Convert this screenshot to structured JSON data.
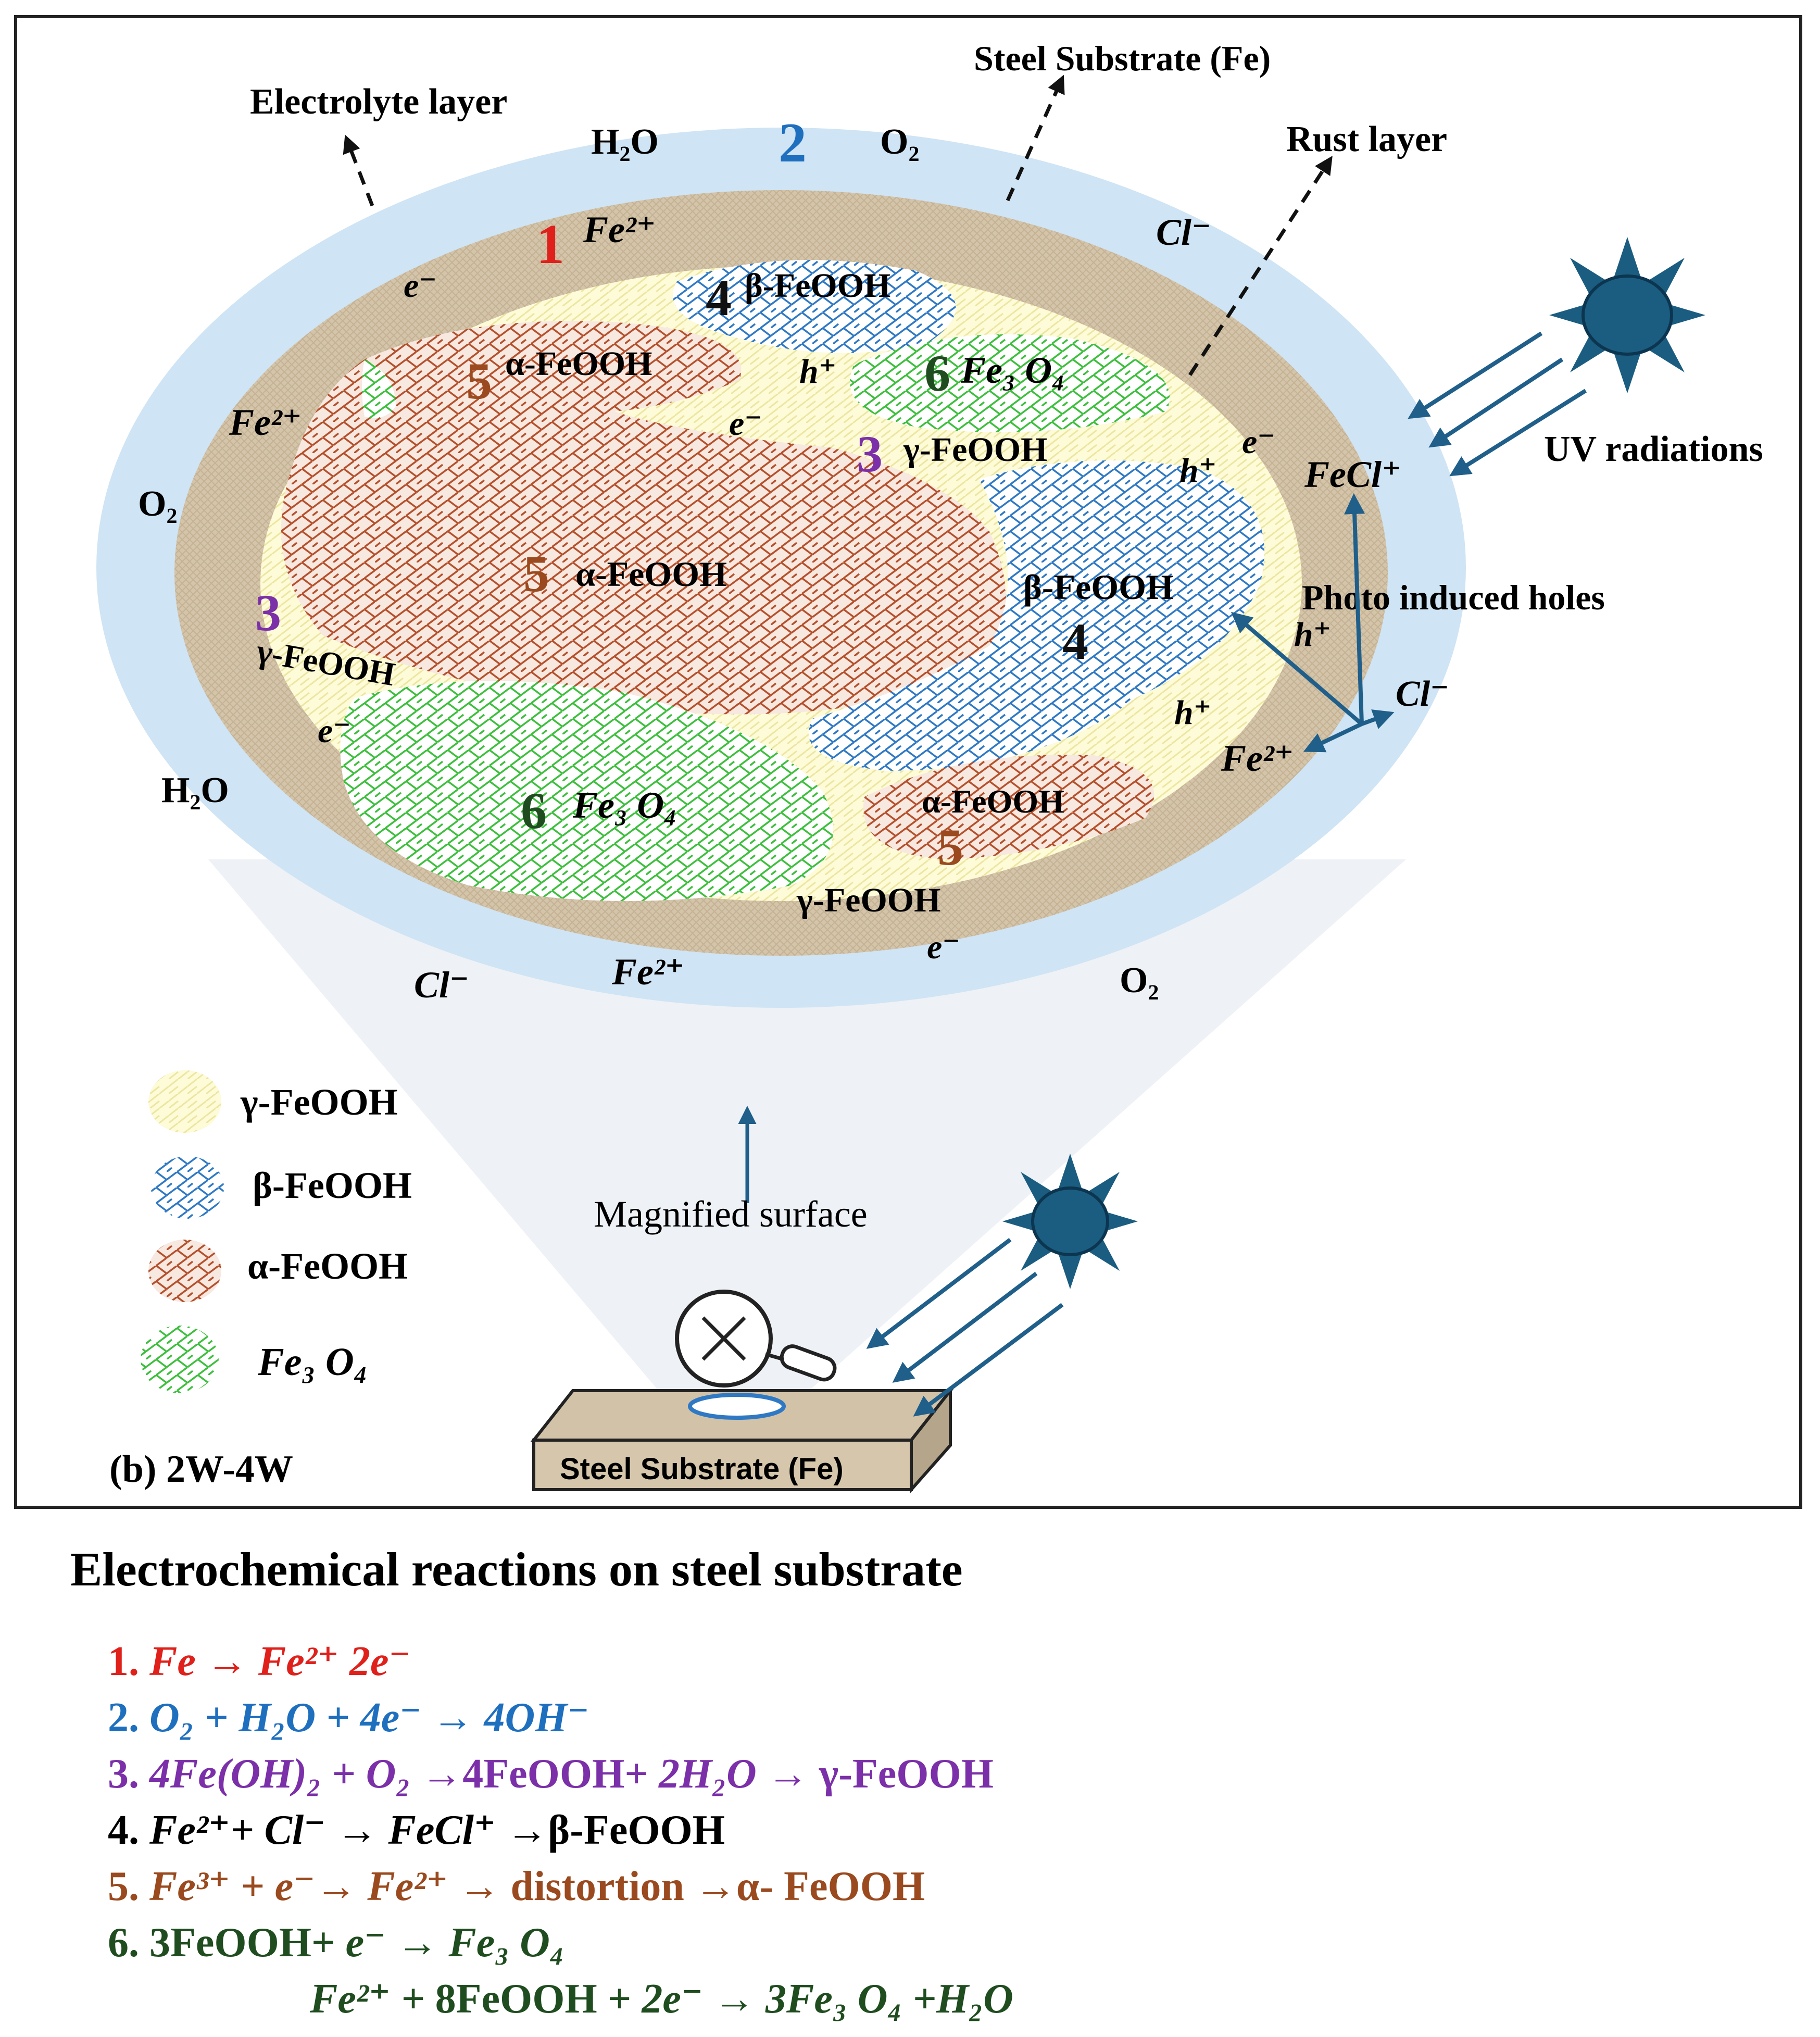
{
  "diagram": {
    "labels": {
      "electrolyte_layer": "Electrolyte layer",
      "steel_substrate_top": "Steel Substrate (Fe)",
      "rust_layer": "Rust layer",
      "uv_radiations": "UV radiations",
      "photo_induced_holes": "Photo induced holes",
      "magnified_surface": "Magnified surface",
      "steel_substrate_block": "Steel Substrate (Fe)",
      "panel_caption": "(b) 2W-4W"
    },
    "species": {
      "h2o": "H₂O",
      "o2": "O₂",
      "fe2": "Fe²⁺",
      "cl": "Cl⁻",
      "e": "e⁻",
      "h": "h⁺",
      "fecl": "FeCl⁺",
      "gamma": "γ-FeOOH",
      "beta": "β-FeOOH",
      "alpha": "α-FeOOH",
      "fe3o4": "Fe₃ O₄"
    },
    "numbers": [
      "1",
      "2",
      "3",
      "4",
      "5",
      "6"
    ],
    "legend": [
      {
        "label": "γ-FeOOH",
        "color": "#f2f0a8"
      },
      {
        "label": "β-FeOOH",
        "color": "#2f79c4"
      },
      {
        "label": "α-FeOOH",
        "color": "#b5502c"
      },
      {
        "label": "Fe₃ O₄",
        "color": "#3dbf3d"
      }
    ],
    "colors": {
      "electrolyte": "#cfe4f4",
      "rust": "#d2c2a8",
      "gamma": "#fdfbd4",
      "beta": "#2f79c4",
      "alpha": "#b5502c",
      "fe3o4": "#3dbf3d",
      "arrow": "#1f5f8a",
      "sun": "#1b5d80"
    }
  },
  "equations": {
    "title": "Electrochemical reactions on steel substrate",
    "items": [
      {
        "num": "1.",
        "parts": [
          "Fe → Fe²⁺ 2e⁻"
        ],
        "color": "#e0201b"
      },
      {
        "num": "2.",
        "parts": [
          "O₂ + H₂O + 4e⁻ → 4OH⁻"
        ],
        "color": "#1f6fbf"
      },
      {
        "num": "3.",
        "parts": [
          "4Fe(OH)₂ + O₂ →",
          "4FeOOH+ ",
          "2H₂O → ",
          "γ-FeOOH"
        ],
        "color": "#7b2fa8"
      },
      {
        "num": "4.",
        "parts": [
          "Fe²⁺+ Cl⁻ → FeCl⁺ →",
          "β-FeOOH"
        ],
        "color": "#000000"
      },
      {
        "num": "5.",
        "parts": [
          "Fe³⁺ + e⁻→ Fe²⁺ → ",
          "distortion  →α- FeOOH"
        ],
        "color": "#9a4a1e"
      },
      {
        "num": "6.",
        "parts": [
          "3FeOOH+ ",
          "e⁻ → Fe₃ O₄"
        ],
        "color": "#1f4d1f"
      },
      {
        "num": "",
        "parts": [
          "Fe²⁺ + ",
          "8FeOOH + ",
          "2e⁻ → 3Fe₃ O₄ +H₂O"
        ],
        "color": "#1f4d1f"
      }
    ]
  }
}
